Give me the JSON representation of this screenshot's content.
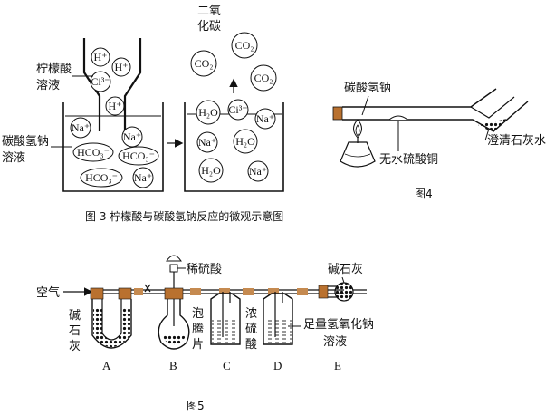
{
  "fig3": {
    "label_citric": [
      "柠檬酸",
      "溶液"
    ],
    "label_nahco3": [
      "碳酸氢钠",
      "溶液"
    ],
    "label_co2_gas": [
      "二氧",
      "化碳"
    ],
    "caption": "图 3  柠檬酸与碳酸氢钠反应的微观示意图",
    "left_funnel_ions": [
      "H⁺",
      "H⁺",
      "Ci³⁻",
      "H⁺"
    ],
    "left_beaker_ions": [
      "Na⁺",
      "Na⁺",
      "HCO₃⁻",
      "HCO₃⁻",
      "HCO₃⁻",
      "Na⁺"
    ],
    "gas_molecules": [
      "CO₂",
      "CO₂",
      "CO₂"
    ],
    "right_beaker_ions": [
      "H₂O",
      "Ci³⁻",
      "Na⁺",
      "Na⁺",
      "H₂O",
      "H₂O",
      "Na⁺"
    ]
  },
  "fig4": {
    "label_nahco3": "碳酸氢钠",
    "label_cuso4": "无水硫酸铜",
    "label_limewater": "澄清石灰水",
    "caption": "图4"
  },
  "fig5": {
    "label_air": "空气",
    "label_sodalime_a": [
      "碱",
      "石",
      "灰"
    ],
    "label_acid": "稀硫酸",
    "label_tablet": [
      "泡",
      "腾",
      "片"
    ],
    "label_conc_acid": [
      "浓",
      "硫",
      "酸"
    ],
    "label_naoh": [
      "足量氢氧化钠",
      "溶液"
    ],
    "label_sodalime_e": "碱石灰",
    "letters": [
      "A",
      "B",
      "C",
      "D",
      "E"
    ],
    "caption": "图5"
  }
}
